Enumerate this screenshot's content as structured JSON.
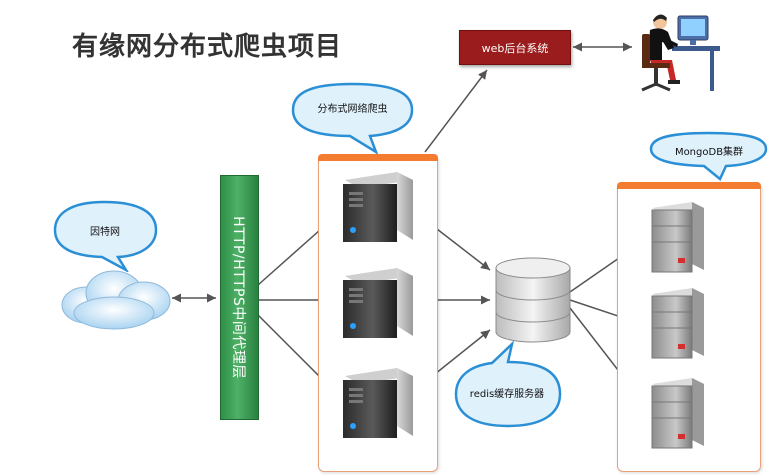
{
  "title": "有缘网分布式爬虫项目",
  "web_system": {
    "label": "web后台系统"
  },
  "user": {
    "icon": "person-at-computer-icon"
  },
  "crawler_callout": {
    "label": "分布式网络爬虫"
  },
  "internet_callout": {
    "label": "因特网"
  },
  "internet": {
    "icon": "cloud-icon"
  },
  "proxy": {
    "label": "HTTP/HTTPS中间代理层"
  },
  "crawler_servers": {
    "count_icons": [
      "server-icon",
      "server-icon",
      "server-icon"
    ]
  },
  "redis": {
    "label": "redis缓存服务器",
    "icon": "database-icon"
  },
  "mongo_callout": {
    "label": "MongoDB集群"
  },
  "mongo_servers": {
    "count_icons": [
      "server-icon",
      "server-icon",
      "server-icon"
    ]
  },
  "colors": {
    "title": "#333333",
    "web_box": "#9b1c1c",
    "proxy_bar": "#3fa45a",
    "cluster_border": "#f47c30",
    "callout_fill": "#dff1fb",
    "callout_stroke": "#2b8fd6",
    "arrow": "#555555"
  }
}
